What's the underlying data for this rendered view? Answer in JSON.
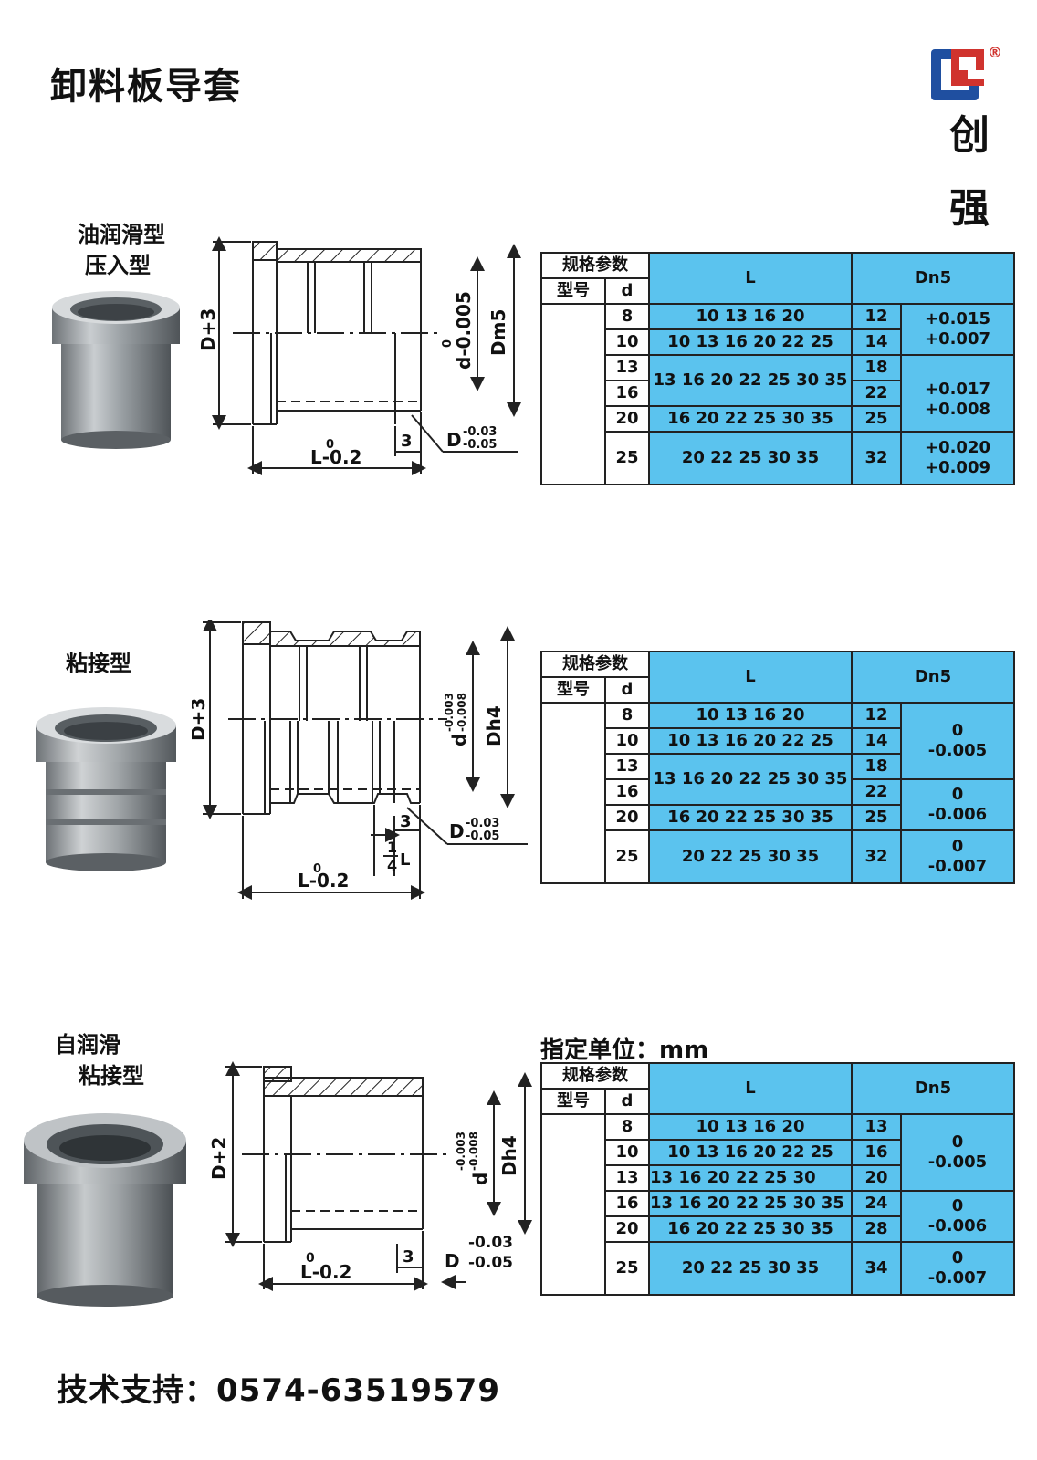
{
  "page_title": "卸料板导套",
  "brand": {
    "line1": "创",
    "line2": "强",
    "registered": "®"
  },
  "unit_note": "指定单位：mm",
  "support": "技术支持：0574-63519579",
  "colors": {
    "table_blue": "#5bc3ee",
    "logo_blue": "#1f4fa0",
    "logo_red": "#d0332e"
  },
  "sections": [
    {
      "label_lines": [
        "油润滑型",
        "压入型"
      ],
      "dims": {
        "height": "D+3",
        "inner": "d-0.005",
        "inner_zero": "0",
        "outer": "Dm5",
        "length": "L-0.2",
        "length_zero": "0",
        "step": "3",
        "flange": "D",
        "flange_tol_a": "-0.03",
        "flange_tol_b": "-0.05"
      },
      "table": {
        "h_spec": "规格参数",
        "h_model": "型号",
        "h_d": "d",
        "h_L": "L",
        "h_Dn": "Dn5",
        "rows": [
          {
            "d": "8",
            "L": "10 13 16 20",
            "Dn": "12"
          },
          {
            "d": "10",
            "L": "10 13 16 20 22 25",
            "Dn": "14"
          },
          {
            "d": "13",
            "L": "13 16 20 22 25 30 35",
            "Dn": "18"
          },
          {
            "d": "16",
            "Dn": "22"
          },
          {
            "d": "20",
            "L": "16 20 22 25 30 35",
            "Dn": "25"
          },
          {
            "d": "25",
            "L": "20 22 25 30 35",
            "Dn": "32"
          }
        ],
        "tols": [
          {
            "a": "+0.015",
            "b": "+0.007"
          },
          {
            "a": "+0.017",
            "b": "+0.008"
          },
          {
            "a": "+0.020",
            "b": "+0.009"
          }
        ]
      }
    },
    {
      "label_lines": [
        "粘接型"
      ],
      "dims": {
        "height": "D+3",
        "inner": "d",
        "inner_tol_a": "-0.003",
        "inner_tol_b": "-0.008",
        "outer": "Dh4",
        "length": "L-0.2",
        "length_zero": "0",
        "step": "3",
        "quarter_num": "1",
        "quarter_den": "4",
        "quarter_L": "L",
        "flange": "D",
        "flange_tol_a": "-0.03",
        "flange_tol_b": "-0.05"
      },
      "table": {
        "h_spec": "规格参数",
        "h_model": "型号",
        "h_d": "d",
        "h_L": "L",
        "h_Dn": "Dn5",
        "rows": [
          {
            "d": "8",
            "L": "10 13 16 20",
            "Dn": "12"
          },
          {
            "d": "10",
            "L": "10 13 16 20 22 25",
            "Dn": "14"
          },
          {
            "d": "13",
            "L": "13 16 20 22 25 30 35",
            "Dn": "18"
          },
          {
            "d": "16",
            "Dn": "22"
          },
          {
            "d": "20",
            "L": "16 20 22 25 30 35",
            "Dn": "25"
          },
          {
            "d": "25",
            "L": "20 22 25 30 35",
            "Dn": "32"
          }
        ],
        "tols": [
          {
            "a": "0",
            "b": "-0.005"
          },
          {
            "a": "0",
            "b": "-0.006"
          },
          {
            "a": "0",
            "b": "-0.007"
          }
        ]
      }
    },
    {
      "label_lines": [
        "自润滑",
        "粘接型"
      ],
      "dims": {
        "height": "D+2",
        "inner": "d",
        "inner_tol_a": "-0.003",
        "inner_tol_b": "-0.008",
        "outer": "Dh4",
        "length": "L-0.2",
        "length_zero": "0",
        "step": "3",
        "flange": "D",
        "flange_tol_a": "-0.03",
        "flange_tol_b": "-0.05"
      },
      "table": {
        "h_spec": "规格参数",
        "h_model": "型号",
        "h_d": "d",
        "h_L": "L",
        "h_Dn": "Dn5",
        "rows": [
          {
            "d": "8",
            "L": "10 13 16 20",
            "Dn": "13"
          },
          {
            "d": "10",
            "L": "10 13 16 20 22 25",
            "Dn": "16"
          },
          {
            "d": "13",
            "L": "13 16 20 22 25 30",
            "Dn": "20"
          },
          {
            "d": "16",
            "L": "13 16 20 22 25 30 35",
            "Dn": "24"
          },
          {
            "d": "20",
            "L": "16 20 22 25 30 35",
            "Dn": "28"
          },
          {
            "d": "25",
            "L": "20 22 25 30 35",
            "Dn": "34"
          }
        ],
        "tols": [
          {
            "a": "0",
            "b": "-0.005"
          },
          {
            "a": "0",
            "b": "-0.006"
          },
          {
            "a": "0",
            "b": "-0.007"
          }
        ]
      }
    }
  ]
}
